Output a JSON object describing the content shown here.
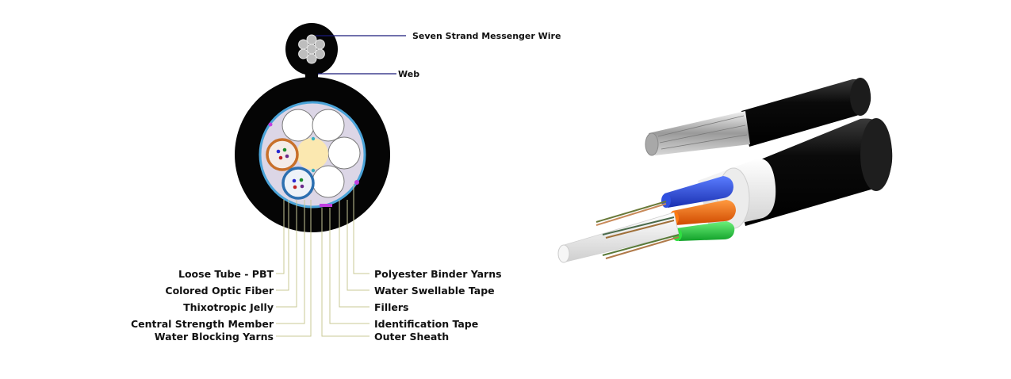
{
  "labels": {
    "messenger_wire": "Seven Strand Messenger Wire",
    "web": "Web",
    "left": [
      "Loose Tube - PBT",
      "Colored Optic Fiber",
      "Thixotropic Jelly",
      "Central Strength Member",
      "Water Blocking Yarns"
    ],
    "right": [
      "Polyester Binder Yarns",
      "Water Swellable Tape",
      "Fillers",
      "Identification Tape",
      "Outer Sheath"
    ]
  },
  "colors": {
    "sheath": "#050505",
    "messenger_leader": "#1a1a7a",
    "leader": "#c8c896",
    "inner_fill": "#dcd6e6",
    "tape_ring": "#4aa3d8",
    "loose_tube_orange": "#c8702a",
    "loose_tube_blue": "#2c6fb0",
    "central_member": "#fbe8b0",
    "id_tape": "#c040e0",
    "tube_blue": "#1f3fd6",
    "tube_orange": "#ff6a00",
    "tube_green": "#1ed03a"
  }
}
